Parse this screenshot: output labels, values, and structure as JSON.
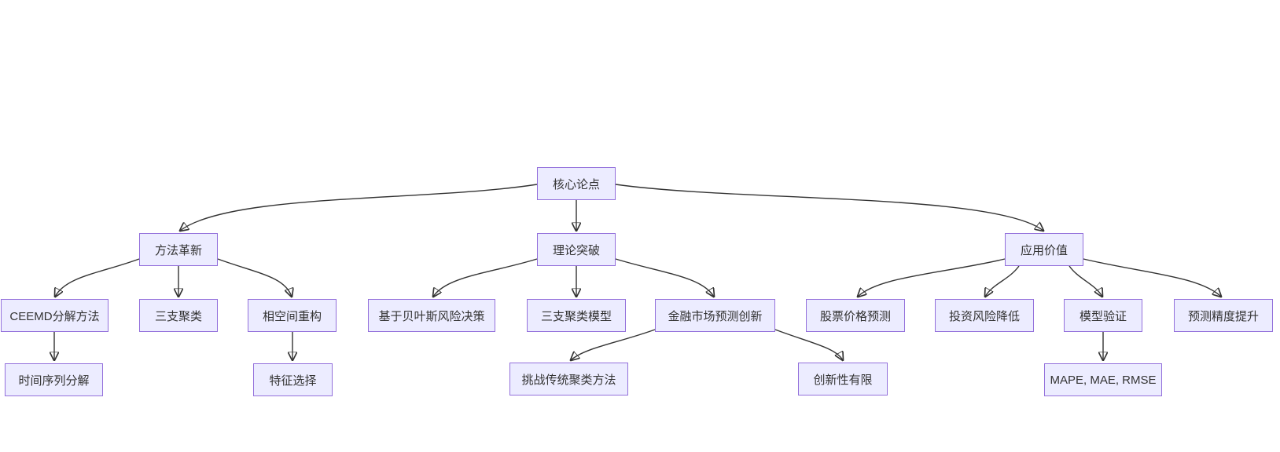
{
  "diagram": {
    "type": "flowchart-top-down",
    "colors": {
      "background": "#ffffff",
      "node_fill": "#ECECFF",
      "node_border": "#9370DB",
      "edge": "#333333",
      "text": "#333333"
    },
    "nodes": {
      "core": {
        "label": "核心论点"
      },
      "method": {
        "label": "方法革新"
      },
      "theory": {
        "label": "理论突破"
      },
      "application": {
        "label": "应用价值"
      },
      "ceemd": {
        "label": "CEEMD分解方法"
      },
      "three_way": {
        "label": "三支聚类"
      },
      "phase_space": {
        "label": "相空间重构"
      },
      "bayes": {
        "label": "基于贝叶斯风险决策"
      },
      "three_way_model": {
        "label": "三支聚类模型"
      },
      "finance_innov": {
        "label": "金融市场预测创新"
      },
      "stock": {
        "label": "股票价格预测"
      },
      "risk": {
        "label": "投资风险降低"
      },
      "validation": {
        "label": "模型验证"
      },
      "precision": {
        "label": "预测精度提升"
      },
      "ts_decomp": {
        "label": "时间序列分解"
      },
      "feature": {
        "label": "特征选择"
      },
      "challenge": {
        "label": "挑战传统聚类方法"
      },
      "limited": {
        "label": "创新性有限"
      },
      "mape": {
        "label": "MAPE, MAE, RMSE"
      }
    },
    "edges": [
      {
        "from": "core",
        "to": "method"
      },
      {
        "from": "core",
        "to": "theory"
      },
      {
        "from": "core",
        "to": "application"
      },
      {
        "from": "method",
        "to": "ceemd"
      },
      {
        "from": "method",
        "to": "three_way"
      },
      {
        "from": "method",
        "to": "phase_space"
      },
      {
        "from": "theory",
        "to": "bayes"
      },
      {
        "from": "theory",
        "to": "three_way_model"
      },
      {
        "from": "theory",
        "to": "finance_innov"
      },
      {
        "from": "application",
        "to": "stock"
      },
      {
        "from": "application",
        "to": "risk"
      },
      {
        "from": "application",
        "to": "validation"
      },
      {
        "from": "application",
        "to": "precision"
      },
      {
        "from": "ceemd",
        "to": "ts_decomp"
      },
      {
        "from": "phase_space",
        "to": "feature"
      },
      {
        "from": "finance_innov",
        "to": "challenge"
      },
      {
        "from": "finance_innov",
        "to": "limited"
      },
      {
        "from": "validation",
        "to": "mape"
      }
    ]
  }
}
